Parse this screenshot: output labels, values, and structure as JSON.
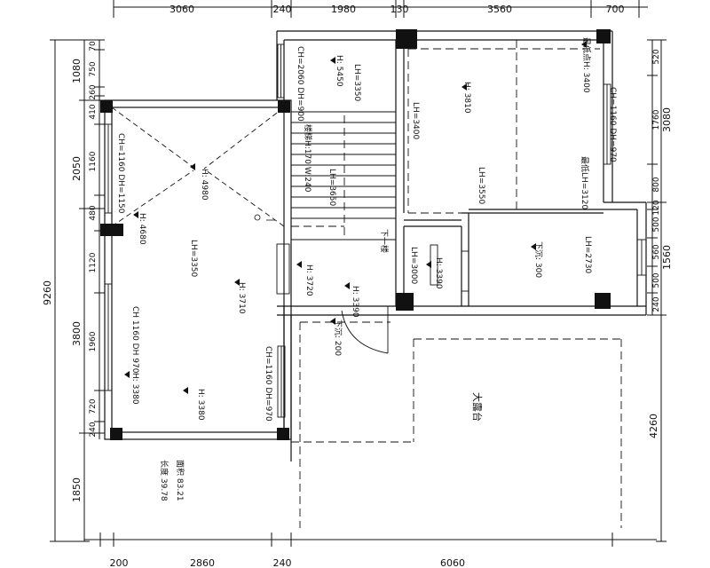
{
  "dims": {
    "top": [
      "3060",
      "240",
      "1980",
      "130",
      "3560",
      "700"
    ],
    "bottom": [
      "200",
      "2860",
      "240",
      "6060"
    ],
    "left_outer": [
      "1080",
      "2050",
      "3800",
      "1850"
    ],
    "left_total": "9260",
    "left_inner": [
      "70",
      "750",
      "260",
      "410",
      "1160",
      "480",
      "1120",
      "1960",
      "720",
      "240"
    ],
    "right_inner": [
      "520",
      "1760",
      "800",
      "120",
      "500",
      "560",
      "500",
      "240"
    ],
    "right_outer": [
      "3080",
      "1560",
      "4260"
    ]
  },
  "labels": {
    "ch2060": "CH=2060 DH=900",
    "h5450": "H: 5450",
    "lh3350": "LH=3350",
    "h3810": "H: 3810",
    "lh3400": "LH=3400",
    "h3400": "最低点H: 3400",
    "ch1160_tr": "CH=1160 DH=970",
    "lowest_lh": "最低LH=3120",
    "lh3550": "LH=3550",
    "stair_spec": "楼梯H:170 W:240",
    "lh3650": "LH=3650",
    "ch1160_l": "CH=1160 DH=1150",
    "h4980": "H: 4980",
    "h4680": "H: 4680",
    "lh3350_l": "LH=3350",
    "down_one": "下一楼",
    "lh3000": "LH=3000",
    "h3390a": "H: 3390",
    "h3720": "H: 3720",
    "h3710": "H: 3710",
    "h3390b": "H: 3390",
    "sink200": "下沉: 200",
    "sink300": "下沉: 300",
    "lh2730": "LH=2730",
    "ch1160_bl": "CH 1160 DH 970",
    "ch1160_c": "CH=1160 DH=970",
    "h3380a": "H: 3380",
    "h3380b": "H: 3380",
    "terrace": "大露台",
    "area": "面积  83.21",
    "length": "长度  39.78"
  }
}
